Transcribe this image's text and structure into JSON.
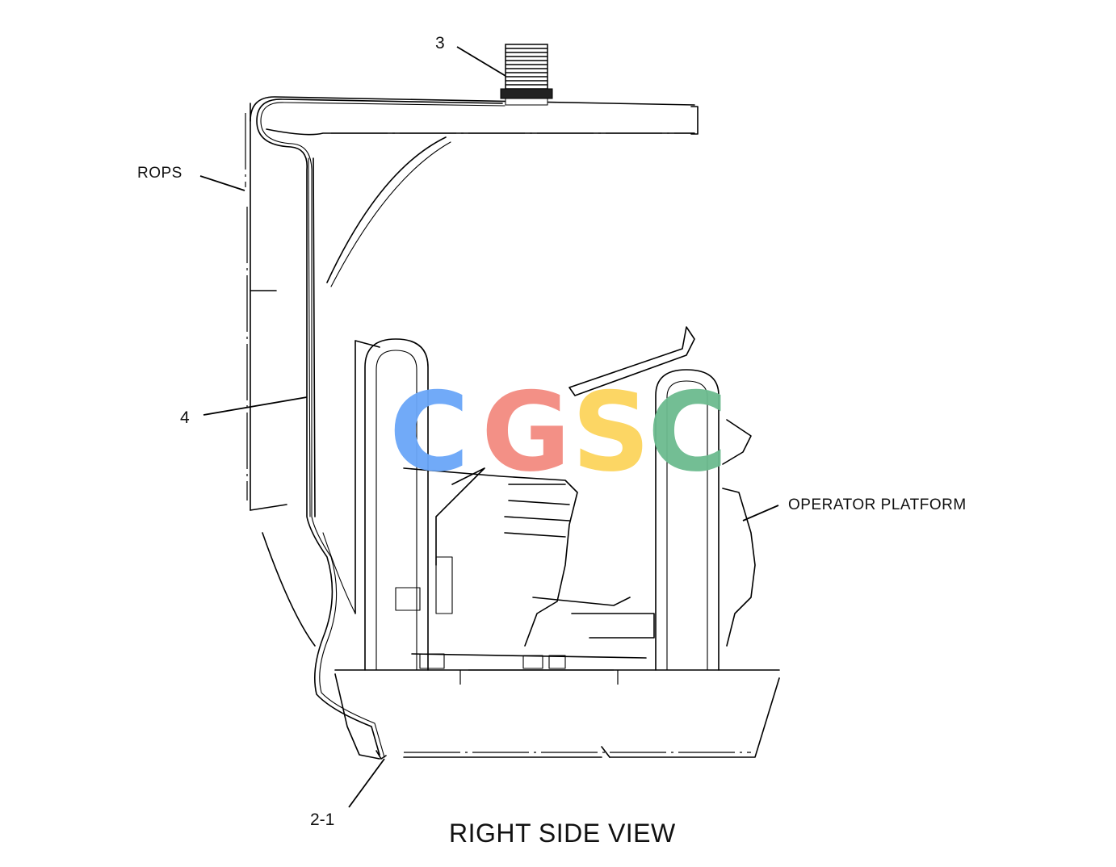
{
  "callouts": {
    "beacon": "3",
    "harness": "4",
    "ground_ref": "2-1"
  },
  "labels": {
    "rops": "ROPS",
    "platform": "OPERATOR PLATFORM"
  },
  "view_title": "RIGHT SIDE VIEW",
  "watermark": {
    "letters": [
      "C",
      "G",
      "S",
      "C"
    ],
    "colors": [
      "#6aa6f8",
      "#f38b80",
      "#fcd45c",
      "#6cbb8f"
    ]
  }
}
